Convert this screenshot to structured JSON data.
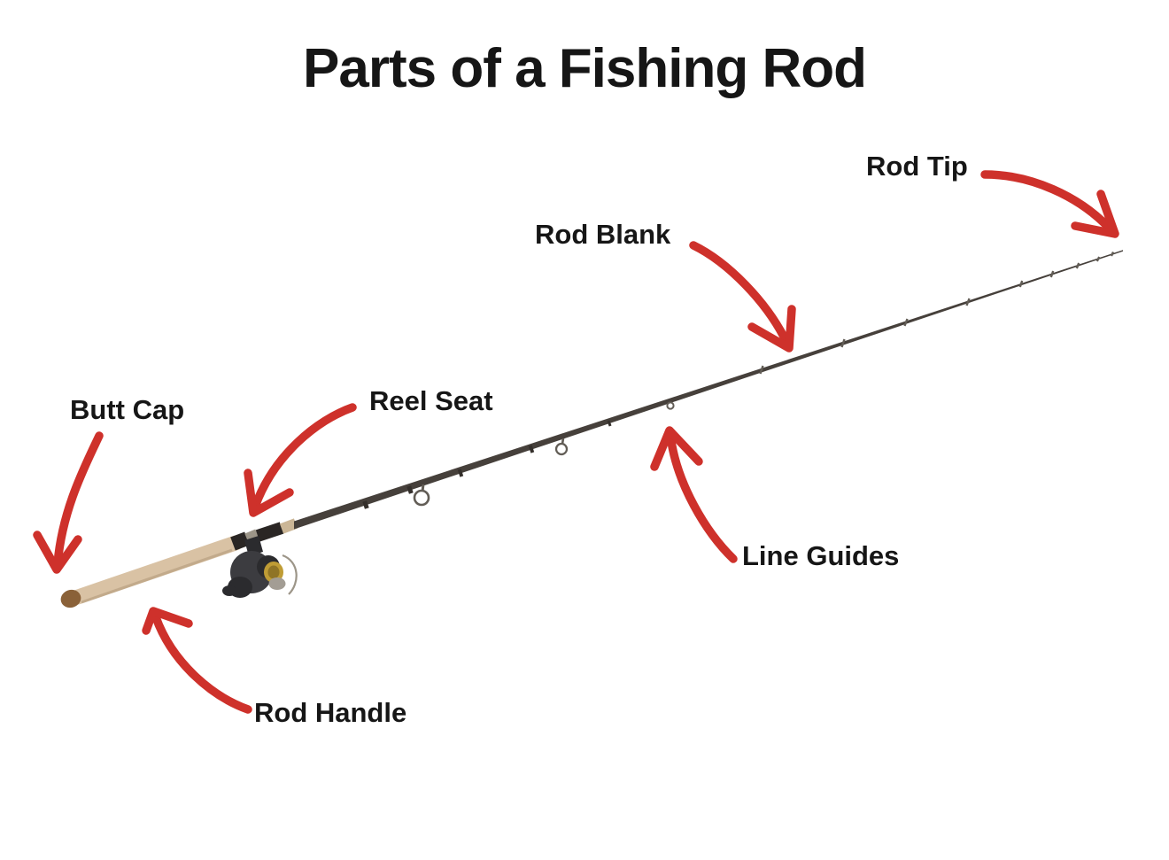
{
  "title": "Parts of a Fishing Rod",
  "labels": {
    "rod_tip": "Rod Tip",
    "rod_blank": "Rod Blank",
    "reel_seat": "Reel Seat",
    "butt_cap": "Butt Cap",
    "line_guides": "Line Guides",
    "rod_handle": "Rod Handle"
  },
  "colors": {
    "background": "#ffffff",
    "text": "#161616",
    "arrow": "#ce312b",
    "cork_handle": "#d9c2a4",
    "butt_cap": "#8a6138",
    "rod_blank": "#46403b",
    "band_dark": "#2a2624",
    "band_silver": "#9c9588",
    "band_tan": "#cbb696",
    "guide_metal": "#625d56",
    "reel_body": "#3c3c40",
    "reel_dark": "#2b2b2e",
    "reel_spool_gold": "#bf9c35",
    "reel_silver": "#a39d94"
  }
}
